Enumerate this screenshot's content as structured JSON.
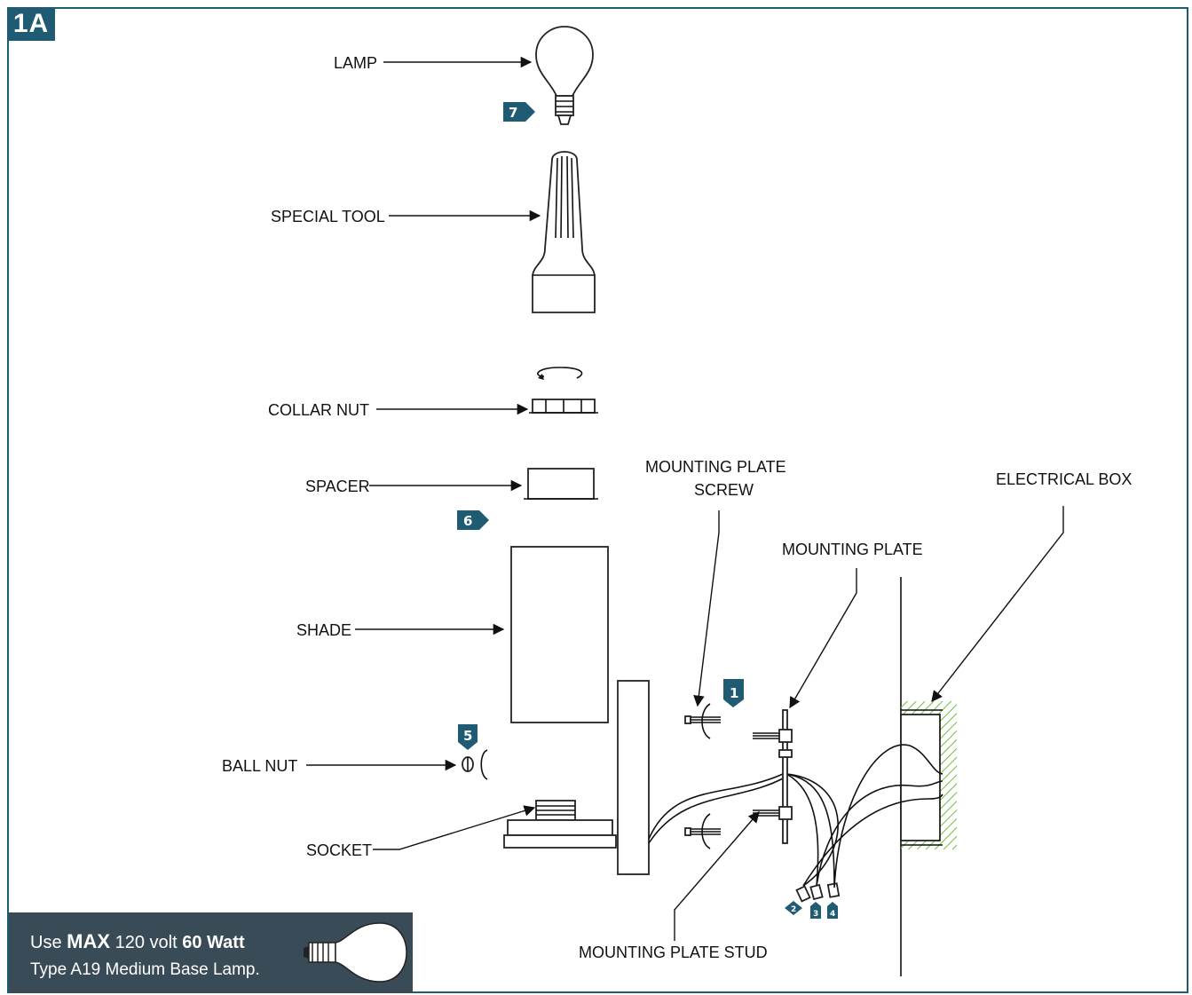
{
  "figure_tag": "1A",
  "labels": {
    "lamp": "LAMP",
    "special_tool": "SPECIAL TOOL",
    "collar_nut": "COLLAR NUT",
    "spacer": "SPACER",
    "shade": "SHADE",
    "ball_nut": "BALL NUT",
    "socket": "SOCKET",
    "mounting_plate_screw_1": "MOUNTING PLATE",
    "mounting_plate_screw_2": "SCREW",
    "mounting_plate": "MOUNTING PLATE",
    "electrical_box": "ELECTRICAL BOX",
    "mounting_plate_stud": "MOUNTING PLATE STUD"
  },
  "steps": {
    "s1": "1",
    "s2": "2",
    "s3": "3",
    "s4": "4",
    "s5": "5",
    "s6": "6",
    "s7": "7"
  },
  "note": {
    "prefix": "Use",
    "max": "MAX",
    "volt": "120 volt",
    "watt": "60 Watt",
    "line2": "Type A19 Medium Base Lamp."
  },
  "colors": {
    "accent": "#1f5b73",
    "note_bg": "#394b57",
    "hatch": "#6fbf3f"
  }
}
